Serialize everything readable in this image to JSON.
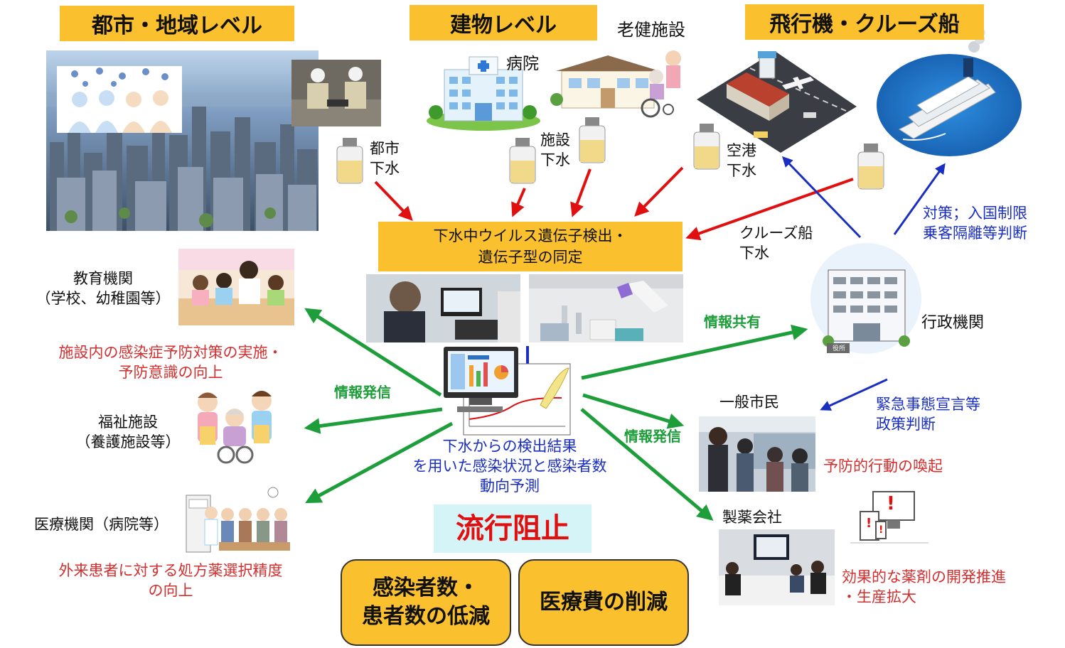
{
  "headers": {
    "city": "都市・地域レベル",
    "building": "建物レベル",
    "plane": "飛行機・クルーズ船"
  },
  "places": {
    "nursing": "老健施設",
    "hospital": "病院"
  },
  "samples": {
    "city": [
      "都市",
      "下水"
    ],
    "facility": [
      "施設",
      "下水"
    ],
    "airport": [
      "空港",
      "下水"
    ],
    "cruise": [
      "クルーズ船",
      "下水"
    ]
  },
  "detection": [
    "下水中ウイルス遺伝子検出・",
    "遺伝子型の同定"
  ],
  "measures": [
    "対策；入国制限",
    "乗客隔離等判断"
  ],
  "government": "行政機関",
  "info_share": "情報共有",
  "info_send_left": "情報発信",
  "info_send_right": "情報発信",
  "education": {
    "name": [
      "教育機関",
      "（学校、幼稚園等）"
    ],
    "effect": [
      "施設内の感染症予防対策の実施・",
      "予防意識の向上"
    ]
  },
  "welfare": {
    "name": [
      "福祉施設",
      "（養護施設等）"
    ]
  },
  "medical": {
    "name": "医療機関（病院等）",
    "effect": [
      "外来患者に対する処方薬選択精度",
      "の向上"
    ]
  },
  "prediction": [
    "下水からの検出結果",
    "を用いた感染状況と感染者数",
    "動向予測"
  ],
  "citizens": {
    "name": "一般市民",
    "effect": "予防的行動の喚起"
  },
  "emergency": [
    "緊急事態宣言等",
    "政策判断"
  ],
  "pharma": {
    "name": "製薬会社",
    "effect": [
      "効果的な薬剤の開発推進",
      "・生産拡大"
    ]
  },
  "stop": "流行阻止",
  "outcomes": {
    "reduce": [
      "感染者数・",
      "患者数の低減"
    ],
    "cost": "医療費の削減"
  },
  "icons": {
    "bottle": "sample-bottle-icon",
    "warning": "exclamation-icon",
    "gov_sign": "役所"
  },
  "colors": {
    "accent": "#fbc02d",
    "red_arrow": "#e01010",
    "blue_arrow": "#1a2ec2",
    "green_arrow": "#1e9e3a",
    "stop_bg": "#d4f4f7",
    "stop_text": "#e01010"
  }
}
